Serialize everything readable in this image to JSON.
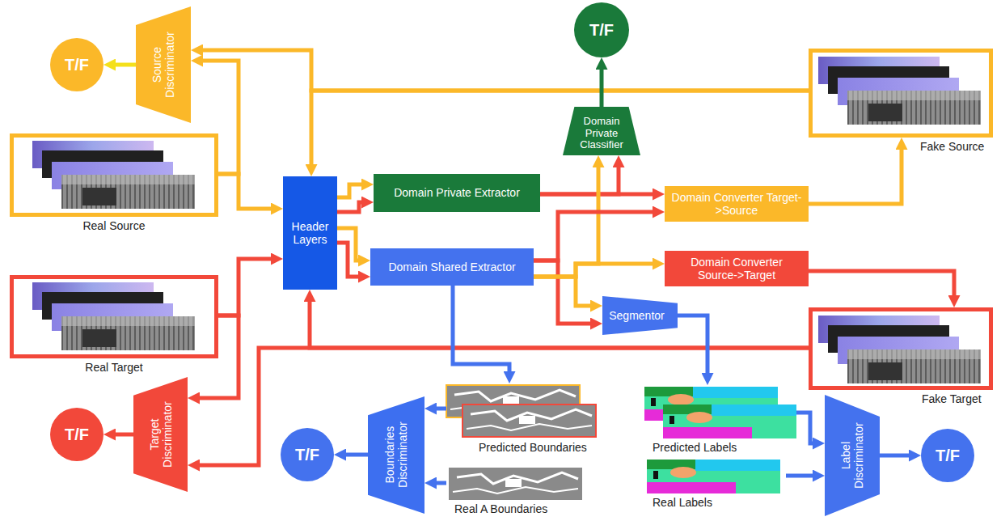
{
  "diagram": {
    "nodes": [
      {
        "text": [
          "T/F"
        ]
      },
      {
        "text": [
          "Source Discriminator"
        ]
      },
      {
        "text": [
          "T/F"
        ]
      },
      {
        "text": [
          "Domain Private Classifier"
        ]
      },
      {
        "text": [
          "Fake Source"
        ]
      },
      {
        "text": [
          "Real Source"
        ]
      },
      {
        "text": [
          "Header Layers"
        ]
      },
      {
        "text": [
          "Domain Private Extractor"
        ]
      },
      {
        "text": [
          "Domain Converter Target->Source"
        ]
      },
      {
        "text": [
          "Domain Shared Extractor"
        ]
      },
      {
        "text": [
          "Domain Converter Source->Target"
        ]
      },
      {
        "text": [
          "Segmentor"
        ]
      },
      {
        "text": [
          "Real Target"
        ]
      },
      {
        "text": [
          "Fake Target"
        ]
      },
      {
        "text": [
          "Target Discriminator"
        ]
      },
      {
        "text": [
          "T/F"
        ]
      },
      {
        "text": [
          "Boundaries Discriminator"
        ]
      },
      {
        "text": [
          "T/F"
        ]
      },
      {
        "text": [
          "Predicted Boundaries"
        ]
      },
      {
        "text": [
          "Real A Boundaries"
        ]
      },
      {
        "text": [
          "Predicted Labels"
        ]
      },
      {
        "text": [
          "Real Labels"
        ]
      },
      {
        "text": [
          "Label Discriminator"
        ]
      },
      {
        "text": [
          "T/F"
        ]
      }
    ],
    "edges": [
      {
        "from": 5,
        "to": 1,
        "arrow": "to"
      },
      {
        "from": 5,
        "to": 6,
        "arrow": "to"
      },
      {
        "from": 4,
        "to": 1,
        "arrow": "to"
      },
      {
        "from": 4,
        "to": 6,
        "arrow": "to"
      },
      {
        "from": 1,
        "to": 0,
        "arrow": "to"
      },
      {
        "from": 12,
        "to": 6,
        "arrow": "to"
      },
      {
        "from": 12,
        "to": 14,
        "arrow": "to"
      },
      {
        "from": 13,
        "to": 6,
        "arrow": "to"
      },
      {
        "from": 13,
        "to": 14,
        "arrow": "to"
      },
      {
        "from": 14,
        "to": 15,
        "arrow": "to"
      },
      {
        "from": 6,
        "to": 7,
        "arrow": "to"
      },
      {
        "from": 6,
        "to": 7,
        "arrow": "to"
      },
      {
        "from": 6,
        "to": 9,
        "arrow": "to"
      },
      {
        "from": 6,
        "to": 9,
        "arrow": "to"
      },
      {
        "from": 7,
        "to": 3,
        "arrow": "to"
      },
      {
        "from": 7,
        "to": 8,
        "arrow": "to"
      },
      {
        "from": 9,
        "to": 3,
        "arrow": "to"
      },
      {
        "from": 9,
        "to": 8,
        "arrow": "to"
      },
      {
        "from": 9,
        "to": 11,
        "arrow": "to"
      },
      {
        "from": 9,
        "to": 10,
        "arrow": "to"
      },
      {
        "from": 9,
        "to": 11,
        "arrow": "to"
      },
      {
        "from": 9,
        "to": 18,
        "arrow": "to"
      },
      {
        "from": 3,
        "to": 2,
        "arrow": "to"
      },
      {
        "from": 8,
        "to": 4,
        "arrow": "to"
      },
      {
        "from": 10,
        "to": 13,
        "arrow": "to"
      },
      {
        "from": 11,
        "to": 20,
        "arrow": "to"
      },
      {
        "from": 20,
        "to": 22,
        "arrow": "to"
      },
      {
        "from": 21,
        "to": 22,
        "arrow": "to"
      },
      {
        "from": 22,
        "to": 23,
        "arrow": "to"
      },
      {
        "from": 18,
        "to": 16,
        "arrow": "to"
      },
      {
        "from": 19,
        "to": 16,
        "arrow": "to"
      },
      {
        "from": 16,
        "to": 17,
        "arrow": "to"
      }
    ]
  }
}
